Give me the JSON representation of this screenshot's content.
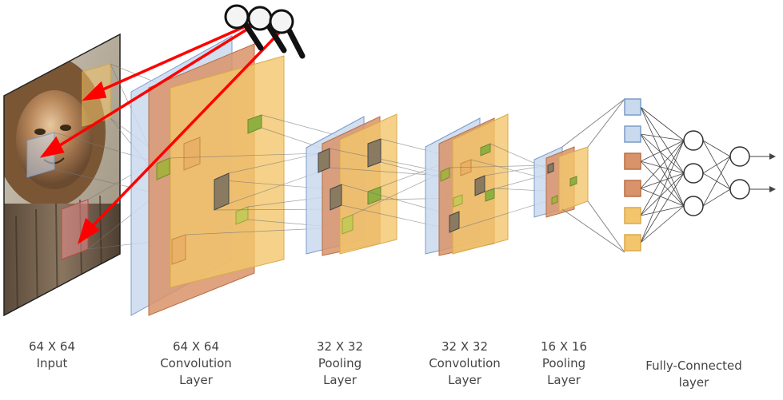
{
  "colors": {
    "blue_fill": "#c9d9ee",
    "blue_stroke": "#7a9cc7",
    "orange_fill": "#d9936a",
    "orange_stroke": "#b86e45",
    "yellow_fill": "#f3c56c",
    "yellow_stroke": "#d9aa4a",
    "green_patch": "#8fb040",
    "arrow": "#ff0000",
    "line": "#555555",
    "label_text": "#444444"
  },
  "icons": [
    "magnifier-icon",
    "magnifier-icon",
    "magnifier-icon"
  ],
  "stages": [
    {
      "lines": [
        "64 X 64",
        "Input"
      ]
    },
    {
      "lines": [
        "64 X 64",
        "Convolution",
        "Layer"
      ]
    },
    {
      "lines": [
        "32 X 32",
        "Pooling",
        "Layer"
      ]
    },
    {
      "lines": [
        "32 X 32",
        "Convolution",
        "Layer"
      ]
    },
    {
      "lines": [
        "16 X 16",
        "Pooling",
        "Layer"
      ]
    },
    {
      "lines": [
        "Fully-Connected",
        "layer"
      ]
    }
  ],
  "fully_connected": {
    "input_units": [
      "blue",
      "blue",
      "orange",
      "orange",
      "yellow",
      "yellow"
    ],
    "hidden_units": 3,
    "output_units": 2
  }
}
